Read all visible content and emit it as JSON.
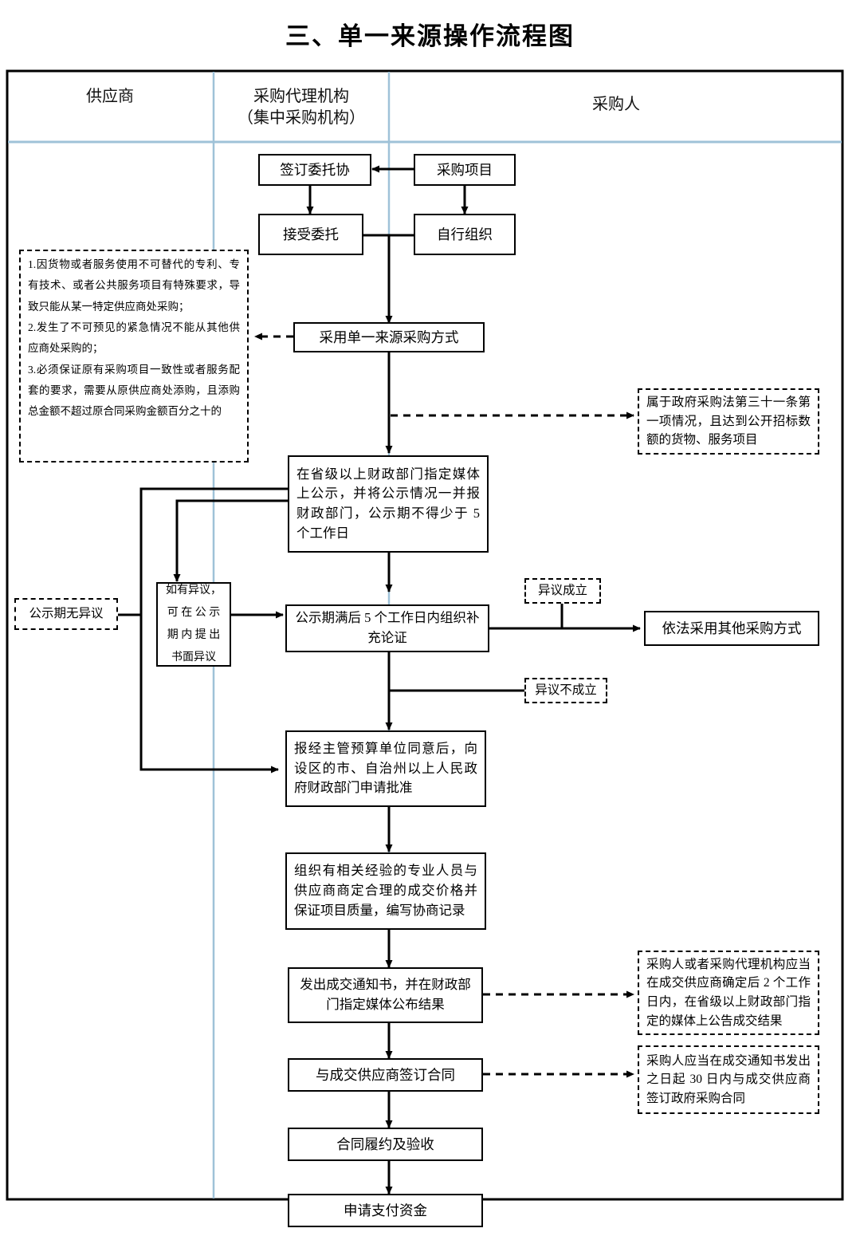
{
  "title": "三、单一来源操作流程图",
  "swimlanes": [
    {
      "id": "supplier",
      "label": "供应商"
    },
    {
      "id": "agency",
      "label": "采购代理机构\n（集中采购机构）",
      "line1": "采购代理机构",
      "line2": "（集中采购机构）"
    },
    {
      "id": "purchaser",
      "label": "采购人"
    }
  ],
  "nodes": {
    "sign_entrust": {
      "label": "签订委托协",
      "lane": "agency",
      "style": "solid"
    },
    "procurement_project": {
      "label": "采购项目",
      "lane": "purchaser",
      "style": "solid"
    },
    "accept_entrust": {
      "label": "接受委托",
      "lane": "agency",
      "style": "solid"
    },
    "self_organize": {
      "label": "自行组织",
      "lane": "purchaser",
      "style": "solid"
    },
    "conditions_note": {
      "lane": "supplier",
      "style": "dashed",
      "lines": [
        "1.因货物或者服务使用不可替代的专利、专有技术、或者公共服务项目有特殊要求，导致只能从某一特定供应商处采购；",
        "2.发生了不可预见的紧急情况不能从其他供应商处采购的；",
        "3.必须保证原有采购项目一致性或者服务配套的要求，需要从原供应商处添购，且添购总金额不超过原合同采购金额百分之十的"
      ]
    },
    "adopt_single_source": {
      "label": "采用单一来源采购方式",
      "lane": "agency",
      "style": "solid"
    },
    "law_article_note": {
      "lane": "purchaser",
      "style": "dashed",
      "label": "属于政府采购法第三十一条第一项情况，且达到公开招标数额的货物、服务项目"
    },
    "publicity": {
      "lane": "agency",
      "style": "solid",
      "label": "在省级以上财政部门指定媒体上公示，并将公示情况一并报财政部门，公示期不得少于 5 个工作日"
    },
    "no_objection": {
      "label": "公示期无异议",
      "lane": "supplier",
      "style": "dashed"
    },
    "written_objection": {
      "label": "如有异议，可 在 公 示期 内 提 出书面异议",
      "lane": "supplier",
      "style": "solid"
    },
    "supplementary_argument": {
      "label": "公示期满后 5 个工作日内组织补充论证",
      "lane": "agency",
      "style": "solid"
    },
    "objection_valid": {
      "label": "异议成立",
      "lane": "purchaser",
      "style": "dashed"
    },
    "objection_invalid": {
      "label": "异议不成立",
      "lane": "purchaser",
      "style": "dashed"
    },
    "other_method": {
      "label": "依法采用其他采购方式",
      "lane": "purchaser",
      "style": "solid"
    },
    "apply_approval": {
      "lane": "agency",
      "style": "solid",
      "label": "报经主管预算单位同意后，向设区的市、自治州以上人民政府财政部门申请批准"
    },
    "negotiate_price": {
      "lane": "agency",
      "style": "solid",
      "label": "组织有相关经验的专业人员与供应商商定合理的成交价格并保证项目质量，编写协商记录"
    },
    "issue_notice": {
      "lane": "agency",
      "style": "solid",
      "label": "发出成交通知书，并在财政部门指定媒体公布结果"
    },
    "announce_note": {
      "lane": "purchaser",
      "style": "dashed",
      "label": "采购人或者采购代理机构应当在成交供应商确定后 2 个工作日内，在省级以上财政部门指定的媒体上公告成交结果"
    },
    "sign_contract": {
      "label": "与成交供应商签订合同",
      "lane": "agency",
      "style": "solid"
    },
    "contract_note": {
      "lane": "purchaser",
      "style": "dashed",
      "label": "采购人应当在成交通知书发出之日起 30 日内与成交供应商签订政府采购合同"
    },
    "contract_performance": {
      "label": "合同履约及验收",
      "lane": "agency",
      "style": "solid"
    },
    "apply_payment": {
      "label": "申请支付资金",
      "lane": "agency",
      "style": "solid"
    }
  },
  "colors": {
    "lane_divider": "#9fc2d8",
    "frame": "#000000",
    "node_border": "#000000",
    "background": "#ffffff",
    "text": "#000000"
  }
}
